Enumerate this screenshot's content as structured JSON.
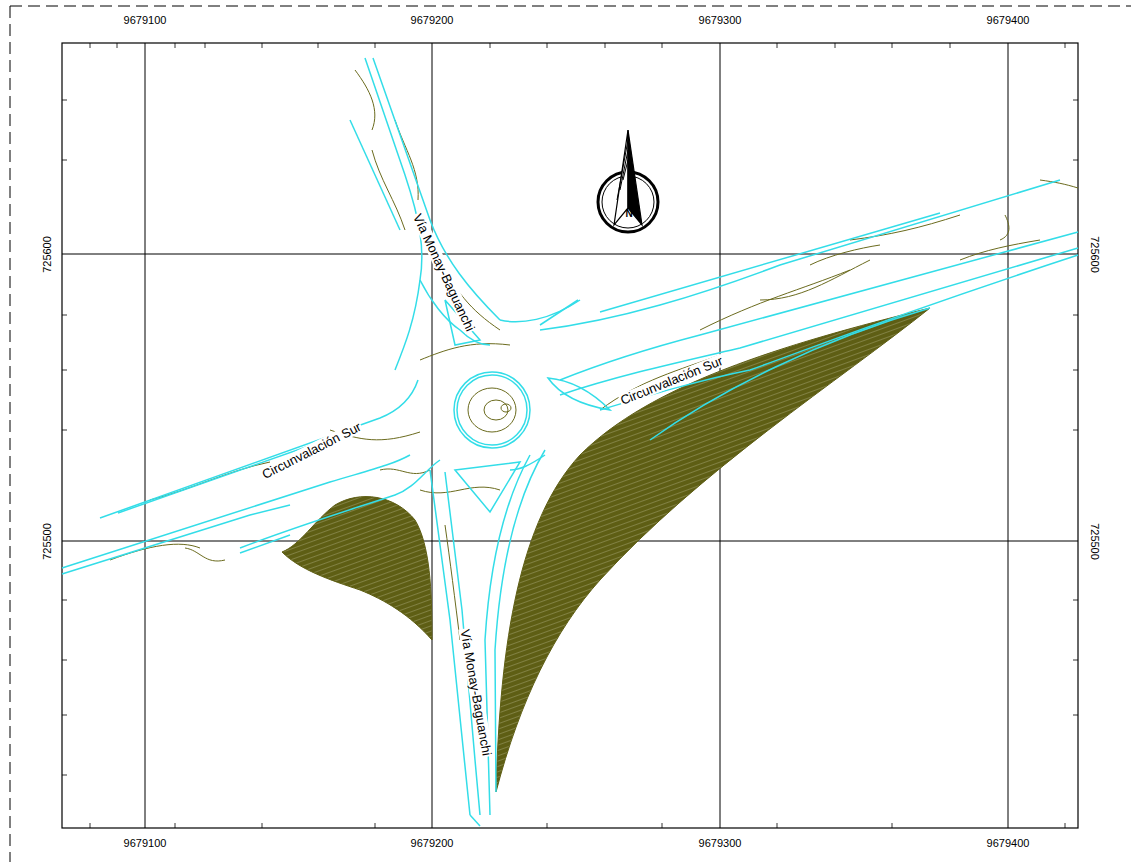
{
  "diagram": {
    "labels": [
      "9679100",
      "9679200",
      "9679300",
      "9679400",
      "9679100",
      "9679200",
      "9679300",
      "9679400",
      "725600",
      "725500",
      "725600",
      "725500",
      "Vía Monay-Baguanchi",
      "Vía Monay-Baguanchi",
      "Circunvalación Sur",
      "Circunvalación Sur",
      "N"
    ]
  }
}
